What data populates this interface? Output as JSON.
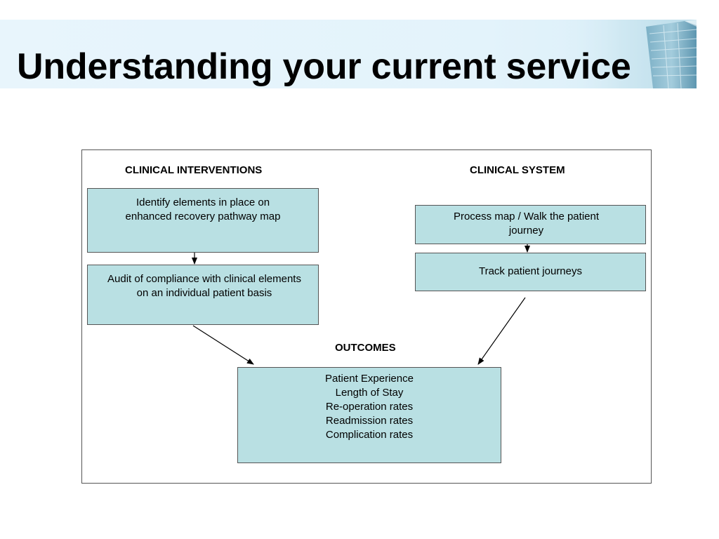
{
  "slide": {
    "title": "Understanding your current service"
  },
  "diagram": {
    "headings": {
      "clinical_interventions": "CLINICAL INTERVENTIONS",
      "clinical_system": "CLINICAL SYSTEM",
      "outcomes": "OUTCOMES"
    },
    "boxes": {
      "identify_elements": "Identify elements in place on enhanced recovery pathway map",
      "audit_compliance": "Audit of compliance with clinical elements on an individual patient basis",
      "process_map": "Process map / Walk the patient journey",
      "track_journeys": "Track patient journeys",
      "outcomes_list": [
        "Patient Experience",
        "Length of Stay",
        "Re-operation rates",
        "Readmission rates",
        "Complication rates"
      ]
    },
    "colors": {
      "box_fill": "#b9e0e3",
      "border": "#555555",
      "header_band": "#e4f4fb"
    }
  }
}
